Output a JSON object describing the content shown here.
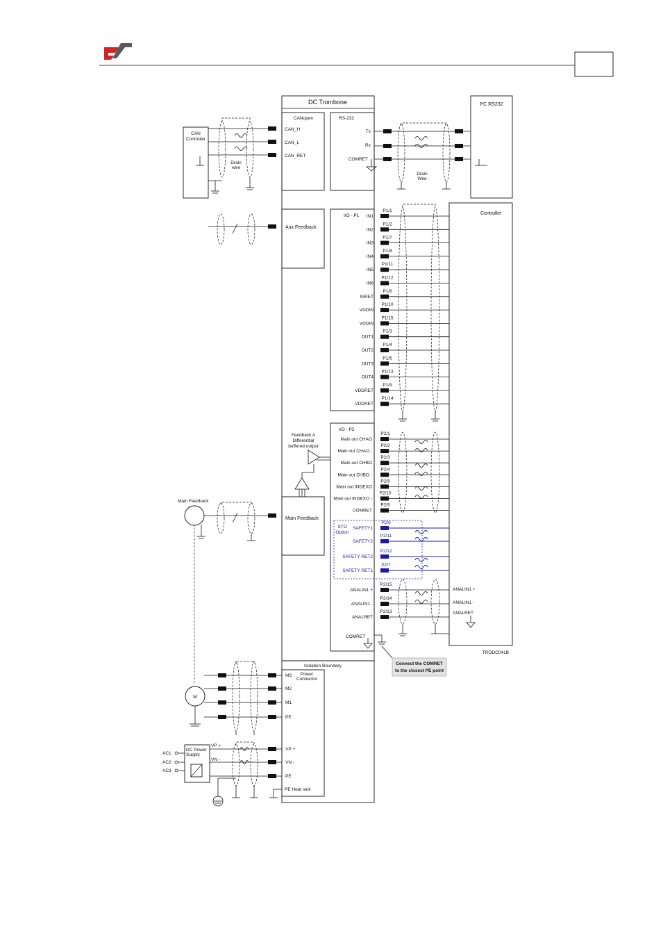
{
  "page": {
    "page_box_text": ""
  },
  "drive": {
    "title": "DC Trombone"
  },
  "canopen": {
    "title": "CANopen",
    "controller_label_1": "CAN",
    "controller_label_2": "Controller",
    "pins": [
      "CAN_H",
      "CAN_L",
      "CAN_RET"
    ],
    "drain_label_1": "Drain",
    "drain_label_2": "wire"
  },
  "rs232": {
    "title": "RS-232",
    "pc_title": "PC RS232",
    "pins": [
      "Tx",
      "Rx",
      "COMRET"
    ],
    "drain_label_1": "Drain",
    "drain_label_2": "Wire"
  },
  "aux": {
    "title": "Aux.Feedback"
  },
  "io_p1": {
    "title": "I/O - P1",
    "rows": [
      {
        "pin": "P1/1",
        "signal": "IN1"
      },
      {
        "pin": "P1/2",
        "signal": "IN2"
      },
      {
        "pin": "P1/7",
        "signal": "IN3"
      },
      {
        "pin": "P1/8",
        "signal": "IN4"
      },
      {
        "pin": "P1/11",
        "signal": "IN5"
      },
      {
        "pin": "P1/12",
        "signal": "IN6"
      },
      {
        "pin": "P1/6",
        "signal": "INRET"
      },
      {
        "pin": "P1/10",
        "signal": "VDDIN"
      },
      {
        "pin": "P1/15",
        "signal": "VDDIN"
      },
      {
        "pin": "P1/3",
        "signal": "OUT1"
      },
      {
        "pin": "P1/4",
        "signal": "OUT2"
      },
      {
        "pin": "P1/5",
        "signal": "OUT3"
      },
      {
        "pin": "P1/13",
        "signal": "OUT4"
      },
      {
        "pin": "P1/9",
        "signal": "VDDRET"
      },
      {
        "pin": "P1/14",
        "signal": "VDDRET"
      }
    ]
  },
  "controller": {
    "title": "Controller",
    "analog_labels": [
      "ANALIN1 +",
      "ANALIN1 -",
      "ANALRET"
    ]
  },
  "feedback_a": {
    "line1": "Feedback A",
    "line2": "Differential",
    "line3": "buffered output"
  },
  "io_p2": {
    "title": "I/O - P2",
    "rows": [
      {
        "pin": "P2/1",
        "signal": "Main out CHAO"
      },
      {
        "pin": "P2/2",
        "signal": "Main out CHAO -"
      },
      {
        "pin": "P2/3",
        "signal": "Main out CHBO"
      },
      {
        "pin": "P2/4",
        "signal": "Main out CHBO -"
      },
      {
        "pin": "P2/5",
        "signal": "Main out INDEXO"
      },
      {
        "pin": "P2/10",
        "signal": "Main out INDEXO -"
      },
      {
        "pin": "P2/9",
        "signal": "COMRET"
      }
    ],
    "sto_label_1": "STO",
    "sto_label_2": "Option",
    "sto_rows": [
      {
        "pin": "P2/6",
        "signal": "SAFETY1"
      },
      {
        "pin": "P2/11",
        "signal": "SAFETY2"
      },
      {
        "pin": "P2/12",
        "signal": "SAFETY RET2"
      },
      {
        "pin": "P2/7",
        "signal": "SAFETY RET1"
      }
    ],
    "analog_rows": [
      {
        "pin": "P2/15",
        "signal": "ANALIN1 +"
      },
      {
        "pin": "P2/14",
        "signal": "ANALIN1 -"
      },
      {
        "pin": "P2/13",
        "signal": "ANALRET"
      }
    ],
    "comret": "COMRET"
  },
  "main_feedback": {
    "title": "Main Feedback",
    "external_label": "Main Feedback"
  },
  "note": {
    "line1": "Connect the COMRET",
    "line2": "to the closest PE point"
  },
  "figure_code": "TRODC041B",
  "isolation": {
    "title": "Isolation Boundary"
  },
  "power": {
    "title_1": "Power",
    "title_2": "Connector",
    "motor_label": "M",
    "motor_pins": [
      "M3",
      "M2",
      "M1",
      "PE"
    ],
    "dc_pins": [
      "VP +",
      "VN -",
      "PE"
    ],
    "heatsink": "PE  Heat sink",
    "psu_label_1": "DC Power",
    "psu_label_2": "Supply",
    "psu_vp": "VP +",
    "psu_vn": "VN -",
    "ac_inputs": [
      "AC1",
      "AC2",
      "AC3"
    ]
  },
  "colors": {
    "logo_red": "#d4242a",
    "logo_gray": "#5a5a5a",
    "sto_blue": "#1a1aa8",
    "note_bg": "#e3e3e3"
  }
}
